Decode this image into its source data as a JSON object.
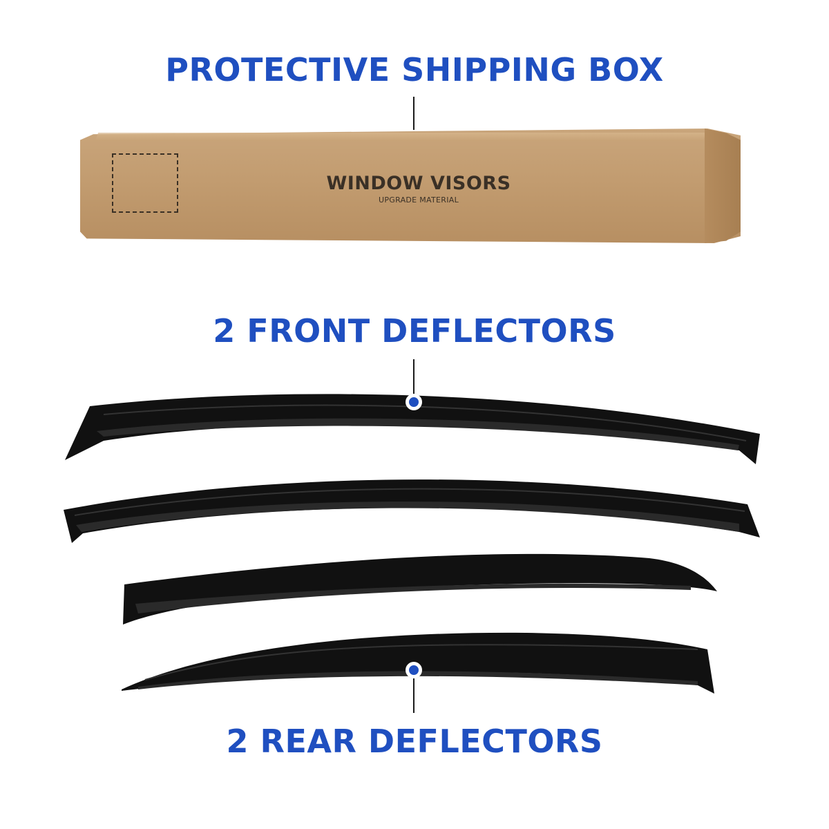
{
  "headings": {
    "shipping_box": "PROTECTIVE SHIPPING BOX",
    "front": "2 FRONT DEFLECTORS",
    "rear": "2 REAR DEFLECTORS"
  },
  "box": {
    "title": "WINDOW VISORS",
    "subtitle": "UPGRADE MATERIAL"
  },
  "colors": {
    "accent": "#1f4fc0",
    "deflector": "#111111",
    "cardboard": "#c29c70"
  },
  "deflector_counts": {
    "front": 2,
    "rear": 2
  }
}
